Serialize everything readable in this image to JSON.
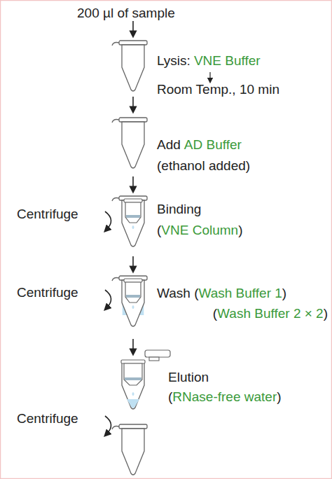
{
  "diagram": {
    "labels": [
      "200 µl of sample",
      "Lysis:",
      "VNE Buffer",
      "Room Temp., 10 min",
      "Add",
      "AD Buffer",
      "(ethanol added)",
      "Centrifuge",
      "Binding",
      "(",
      "VNE Column",
      ")",
      "Centrifuge",
      "Wash (",
      "Wash Buffer 1",
      ")",
      "(",
      "Wash Buffer 2 × 2",
      ")",
      "Elution",
      "(",
      "RNase-free water",
      ")",
      "Centrifuge"
    ]
  }
}
